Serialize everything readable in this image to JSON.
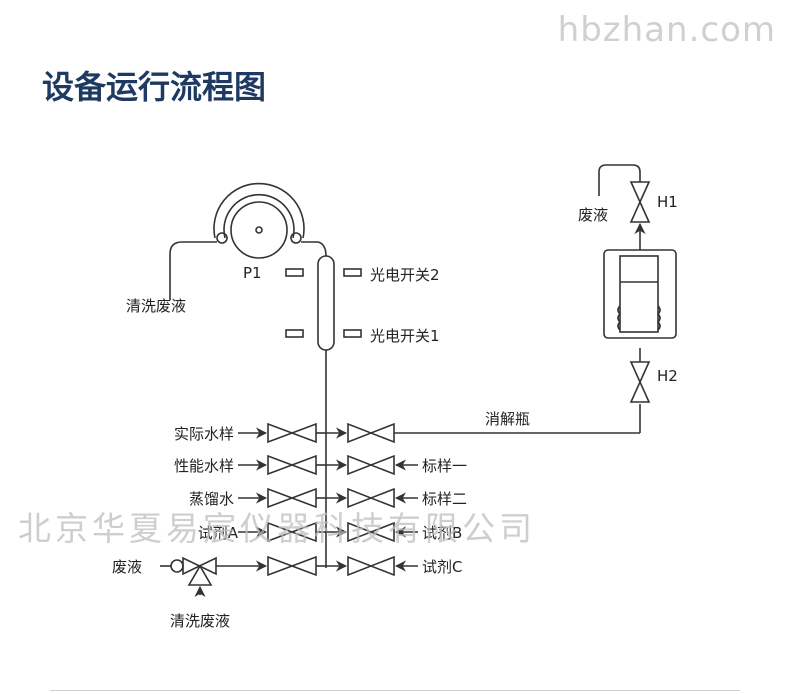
{
  "watermark_site": "hbzhan.com",
  "title": "设备运行流程图",
  "watermark_company": "北京华夏易宸仪器科技有限公司",
  "labels": {
    "pump": "P1",
    "clean_waste_top": "清洗废液",
    "photo_switch_2": "光电开关2",
    "photo_switch_1": "光电开关1",
    "waste_top": "废液",
    "valve_h1": "H1",
    "valve_h2": "H2",
    "digestion_bottle": "消解瓶",
    "left_inputs": [
      "实际水样",
      "性能水样",
      "蒸馏水",
      "试剂A"
    ],
    "right_inputs": [
      "标样一",
      "标样二",
      "试剂B",
      "试剂C"
    ],
    "waste_left": "废液",
    "clean_waste_bottom": "清洗废液"
  },
  "colors": {
    "line": "#333333",
    "title": "#1e3a63",
    "watermark": "#bdbdbd"
  }
}
